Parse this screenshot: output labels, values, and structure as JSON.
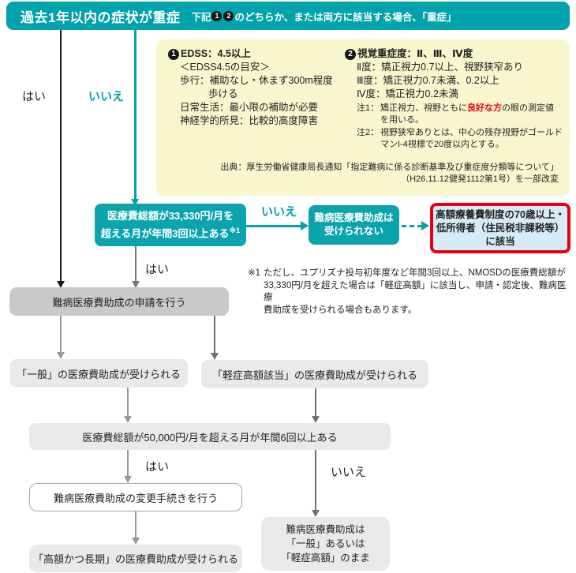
{
  "colors": {
    "teal": "#00a2ac",
    "yellow_panel": "#f8f6cd",
    "red_border": "#e60012",
    "light_blue_fill": "#d5ecf7",
    "gray_box": "#e9e9eb",
    "gray_box_dark": "#c9c9cb",
    "text": "#231f20",
    "red_emphasis": "#e60012"
  },
  "header": {
    "title": "過去1年以内の症状が重症",
    "subtitle_prefix": "下記",
    "badge1": "1",
    "badge2": "2",
    "subtitle_suffix": "のどちらか、または両方に該当する場合、「重症」"
  },
  "labels": {
    "yes_top": "はい",
    "no_top": "いいえ"
  },
  "criteria": {
    "edss": {
      "badge": "1",
      "title": "EDSS：4.5以上",
      "lines": [
        "＜EDSS4.5の目安＞",
        "歩行：補助なし・休まず300m程度",
        "歩ける",
        "日常生活：最小限の補助が必要",
        "神経学的所見：比較的高度障害"
      ]
    },
    "vision": {
      "badge": "2",
      "title": "視覚重症度：Ⅱ、Ⅲ、Ⅳ度",
      "grades": [
        "Ⅱ度：矯正視力0.7以上、視野狭窄あり",
        "Ⅲ度：矯正視力0.7未満、0.2以上",
        "Ⅳ度：矯正視力0.2未満"
      ],
      "note1": {
        "label": "注1：",
        "pre": "矯正視力、視野ともに",
        "em": "良好な方",
        "post": "の眼の測定値",
        "line2": "を用いる。"
      },
      "note2": {
        "label": "注2：",
        "line1": "視野狭窄ありとは、中心の残存視野がゴールド",
        "line2": "マンI-4視標で20度以内とする。"
      }
    },
    "source": {
      "line1": "出典：厚生労働省健康局長通知「指定難病に係る診断基準及び重症度分類等について」",
      "line2": "（H26.11.12健発1112第1号）を一部改変"
    }
  },
  "flow": {
    "q_33330": {
      "line1": "医療費総額が33,330円/月を",
      "line2": "超える月が年間3回以上ある",
      "sup": "※1"
    },
    "no1": "いいえ",
    "yes1": "はい",
    "not_covered": {
      "line1": "難病医療費助成は",
      "line2": "受けられない"
    },
    "kogaku_ryoyo": {
      "line1": "高額療養費制度の70歳以上・",
      "line2": "低所得者（住民税非課税等）",
      "line3": "に該当"
    },
    "apply": "難病医療費助成の申請を行う",
    "general": "「一般」の医療費助成が受けられる",
    "keisho_kogaku": "「軽症高額該当」の医療費助成が受けられる",
    "q_50000": "医療費総額が50,000円/月を超える月が年間6回以上ある",
    "yes2": "はい",
    "no2": "いいえ",
    "change": "難病医療費助成の変更手続きを行う",
    "kogaku_choki": "「高額かつ長期」の医療費助成が受けられる",
    "remains": {
      "line1": "難病医療費助成は",
      "line2": "「一般」あるいは",
      "line3": "「軽症高額」のまま"
    }
  },
  "footnote": {
    "marker": "※1",
    "line1": "ただし、ユプリズナ投与初年度など年間3回以上、NMOSDの医療費総額が",
    "line2": "33,330円/月を超えた場合は「軽症高額」に該当し、申請・認定後、難病医療",
    "line3": "費助成を受けられる場合もあります。"
  }
}
